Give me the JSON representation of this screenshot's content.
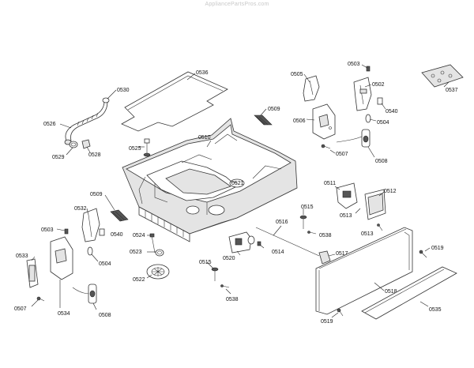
{
  "watermark": "AppliancePartsPros.com",
  "labels": {
    "p0536": "0536",
    "p0530": "0530",
    "p0526": "0526",
    "p0529": "0529",
    "p0528": "0528",
    "p0525": "0525",
    "p0510": "0510",
    "p0509a": "0509",
    "p0505": "0505",
    "p0506": "0506",
    "p0503a": "0503",
    "p0502": "0502",
    "p0540a": "0540",
    "p0504a": "0504",
    "p0507a": "0507",
    "p0508a": "0508",
    "p0537": "0537",
    "p0521": "0521",
    "p0509b": "0509",
    "p0532": "0532",
    "p0503b": "0503",
    "p0540b": "0540",
    "p0504b": "0504",
    "p0533": "0533",
    "p0524": "0524",
    "p0523": "0523",
    "p0522": "0522",
    "p0507b": "0507",
    "p0534": "0534",
    "p0508b": "0508",
    "p0511": "0511",
    "p0512": "0512",
    "p0513a": "0513",
    "p0513b": "0513",
    "p0515a": "0515",
    "p0516": "0516",
    "p0538a": "0538",
    "p0514": "0514",
    "p0520": "0520",
    "p0517": "0517",
    "p0515b": "0515",
    "p0538b": "0538",
    "p0519a": "0519",
    "p0518": "0518",
    "p0535": "0535",
    "p0519b": "0519"
  }
}
